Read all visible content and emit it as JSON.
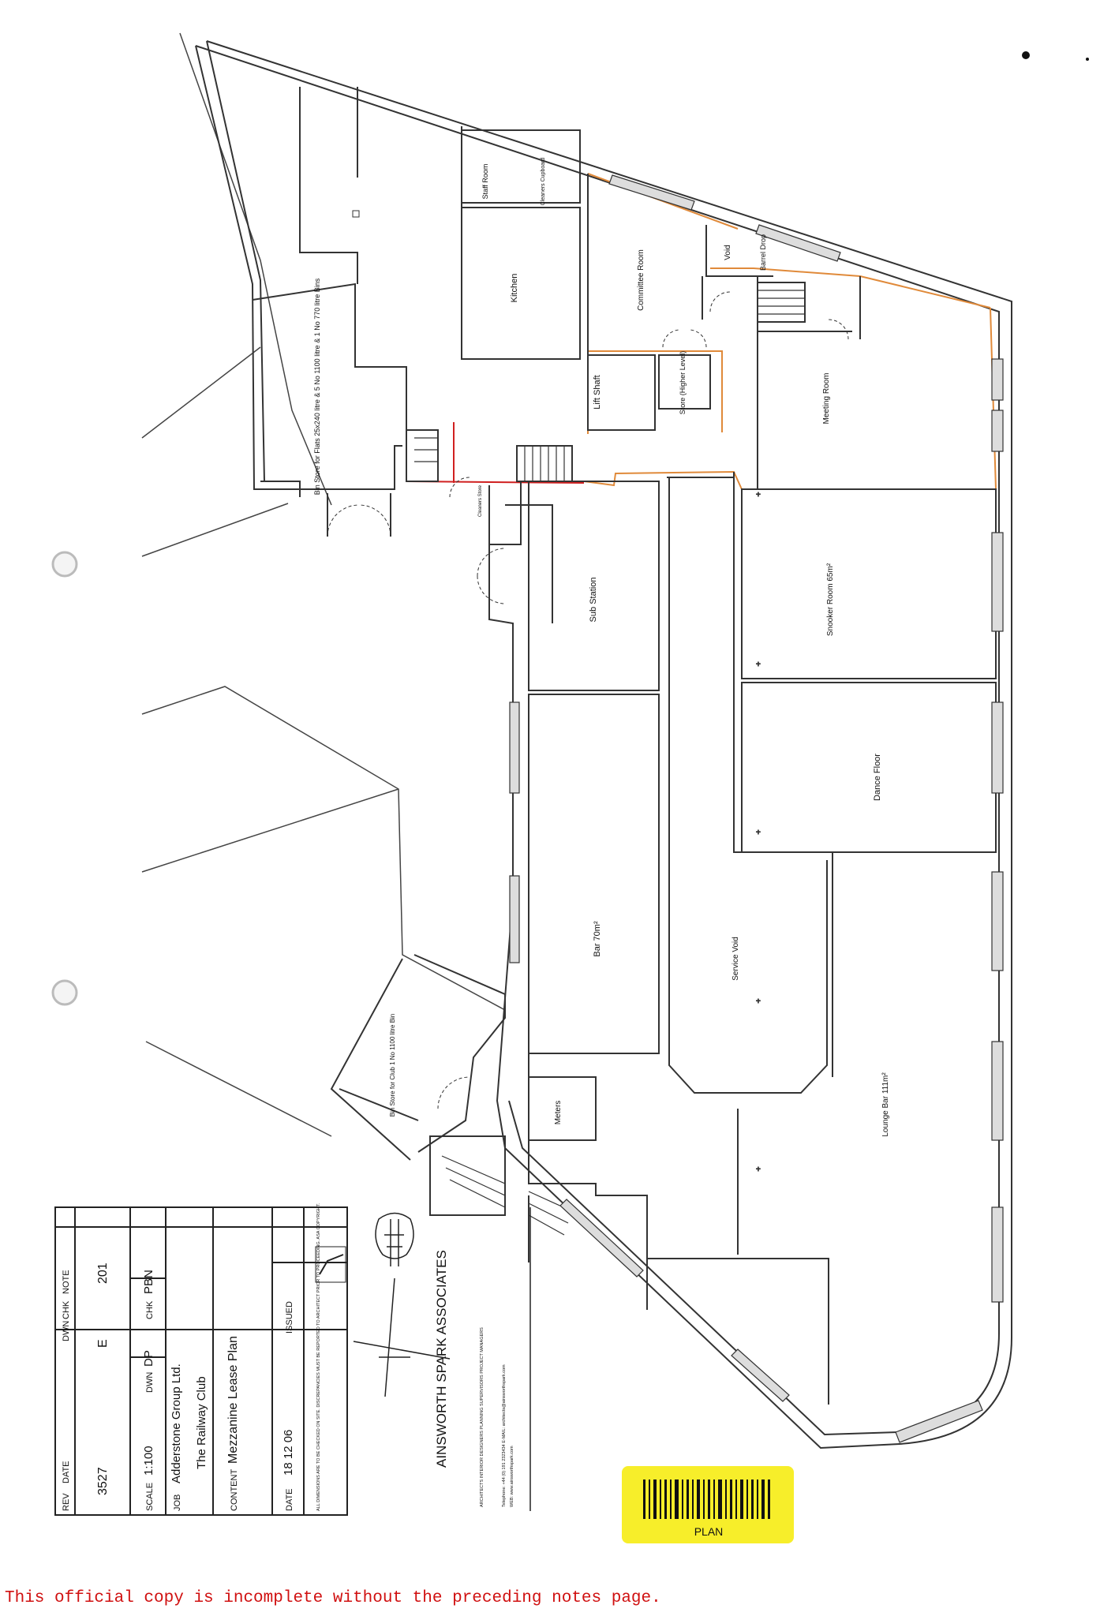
{
  "rooms": {
    "bin_store_flats": "Bin Store for Flats 25x240 litre & 5 No 1100 litre & 1 No 770 litre Bins",
    "staff_room": "Staff Room",
    "cleaners_cupboard": "Cleaners Cupboard",
    "kitchen": "Kitchen",
    "committee_room": "Committee Room",
    "void": "Void",
    "barrel_drop": "Barrel Drop",
    "lift_shaft": "Lift Shaft",
    "store": "Store (Higher Level)",
    "meeting_room": "Meeting Room",
    "cleaners_store": "Cleaners Store",
    "sub_station": "Sub Station",
    "snooker_room": "Snooker Room 65m²",
    "dance_floor": "Dance Floor",
    "bar": "Bar 70m²",
    "service_void": "Service Void",
    "bin_store_club": "Bin Store for Club 1 No 1100 litre Bin",
    "meters": "Meters",
    "lounge_bar": "Lounge Bar 111m²"
  },
  "title_block": {
    "rev": "REV",
    "date_hdr": "DATE",
    "dwn_hdr": "DWN",
    "chk_hdr": "CHK",
    "note_hdr": "NOTE",
    "drawing_no": "3527",
    "revision": "E",
    "sheet_no": "201",
    "scale_label": "SCALE",
    "scale": "1:100",
    "dwn_label": "DWN",
    "dwn": "DP",
    "chk_label": "CHK",
    "chk": "PBN",
    "job_label": "JOB",
    "job_line1": "Adderstone Group Ltd.",
    "job_line2": "The Railway Club",
    "content_label": "CONTENT",
    "content": "Mezzanine Lease Plan",
    "date_label": "DATE",
    "date": "18 12 06",
    "issued_label": "ISSUED",
    "disclaimer": "ALL DIMENSIONS ARE TO BE CHECKED ON SITE. DISCREPANCIES MUST BE REPORTED TO ARCHITECT PRIOR TO PROCEEDING. ASA COPYRIGHT.",
    "firm": "AINSWORTH SPARK ASSOCIATES",
    "firm_details": "ARCHITECTS INTERIOR DESIGNERS PLANNING SUPERVISORS PROJECT MANAGERS",
    "firm_contact": "Telephone: +44 (0) 191 2323434  E-MAIL: architects@ainsworthspark.com",
    "firm_web": "WEB: www.ainsworthspark.com"
  },
  "label_sticker": "PLAN",
  "footer_note": "This official copy is incomplete without the preceding notes page.",
  "colors": {
    "wall": "#333333",
    "lease_line": "#e08a3a",
    "red_line": "#d02020",
    "sticker": "#f7ee2a",
    "footer_text": "#d01010"
  }
}
